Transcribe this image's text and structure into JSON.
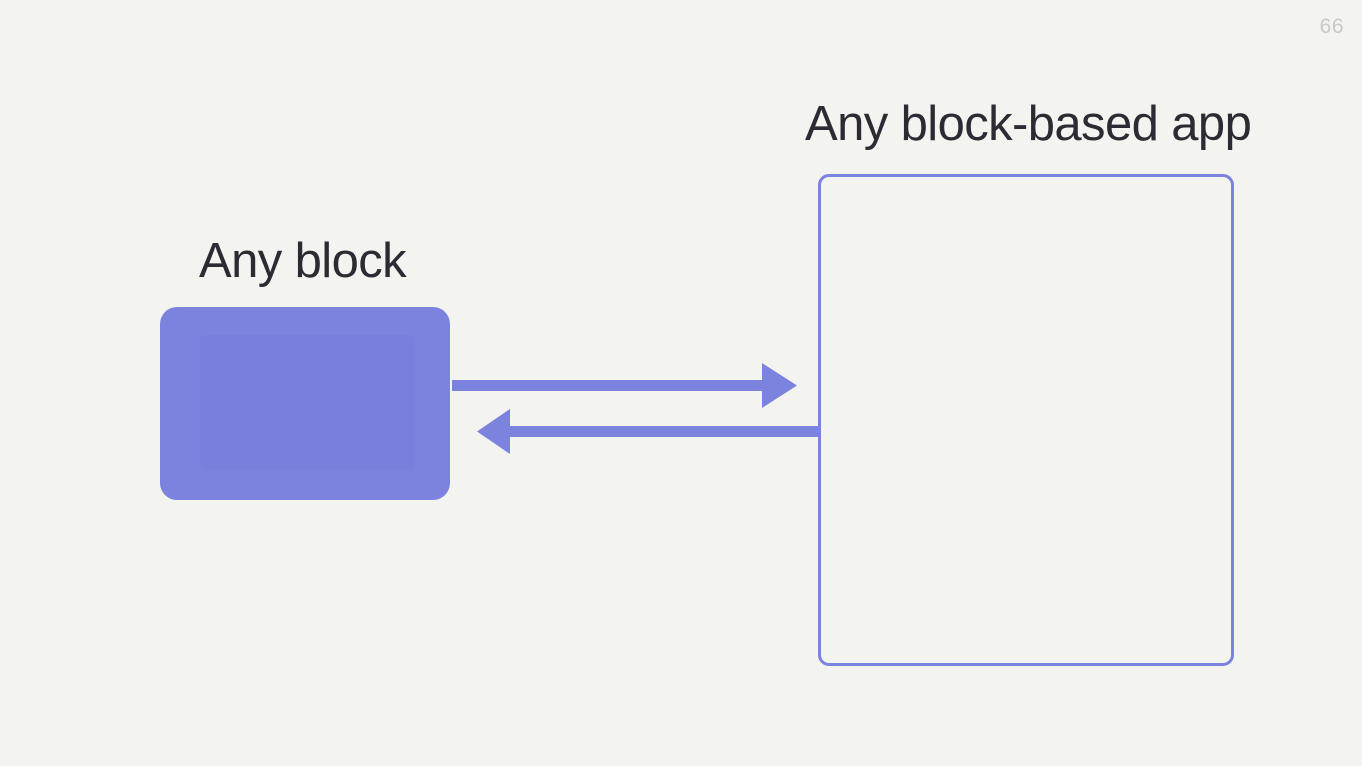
{
  "slide": {
    "page_number": "66",
    "background_color": "#f3f4ef",
    "accent_color": "#7c83df",
    "text_color": "#2b2b33",
    "page_number_color": "#c8c9c4"
  },
  "labels": {
    "left_block": "Any block",
    "right_app": "Any block-based app"
  },
  "diagram": {
    "block": {
      "name": "any-block",
      "fill": "#7c83df"
    },
    "app_frame": {
      "name": "any-block-based-app-frame",
      "stroke": "#7c83df"
    },
    "arrows": [
      {
        "name": "block-to-app-arrow",
        "direction": "right",
        "from": "any-block",
        "to": "app-frame",
        "color": "#7c83df"
      },
      {
        "name": "app-to-block-arrow",
        "direction": "left",
        "from": "app-frame",
        "to": "any-block",
        "color": "#7c83df"
      }
    ]
  }
}
